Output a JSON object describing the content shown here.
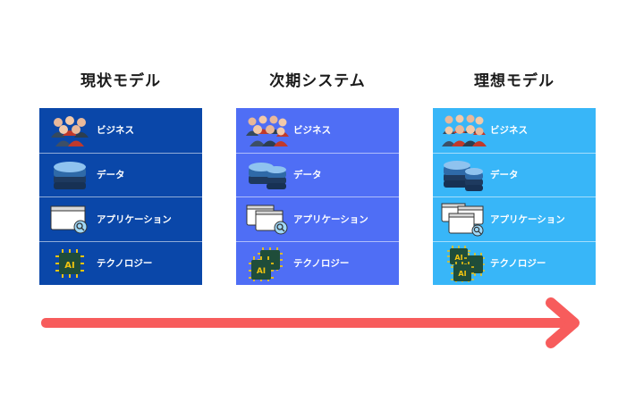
{
  "colors": {
    "current": "#0a47a9",
    "next": "#4f6ef5",
    "ideal": "#38b6f8",
    "arrow": "#f75c5c"
  },
  "columns": [
    {
      "title": "現状モデル",
      "rows": [
        "ビジネス",
        "データ",
        "アプリケーション",
        "テクノロジー"
      ]
    },
    {
      "title": "次期システム",
      "rows": [
        "ビジネス",
        "データ",
        "アプリケーション",
        "テクノロジー"
      ]
    },
    {
      "title": "理想モデル",
      "rows": [
        "ビジネス",
        "データ",
        "アプリケーション",
        "テクノロジー"
      ]
    }
  ],
  "icons": {
    "business": "people-group-icon",
    "data": "database-icon",
    "application": "browser-window-icon",
    "technology": "ai-chip-icon",
    "chip_text": "AI"
  }
}
